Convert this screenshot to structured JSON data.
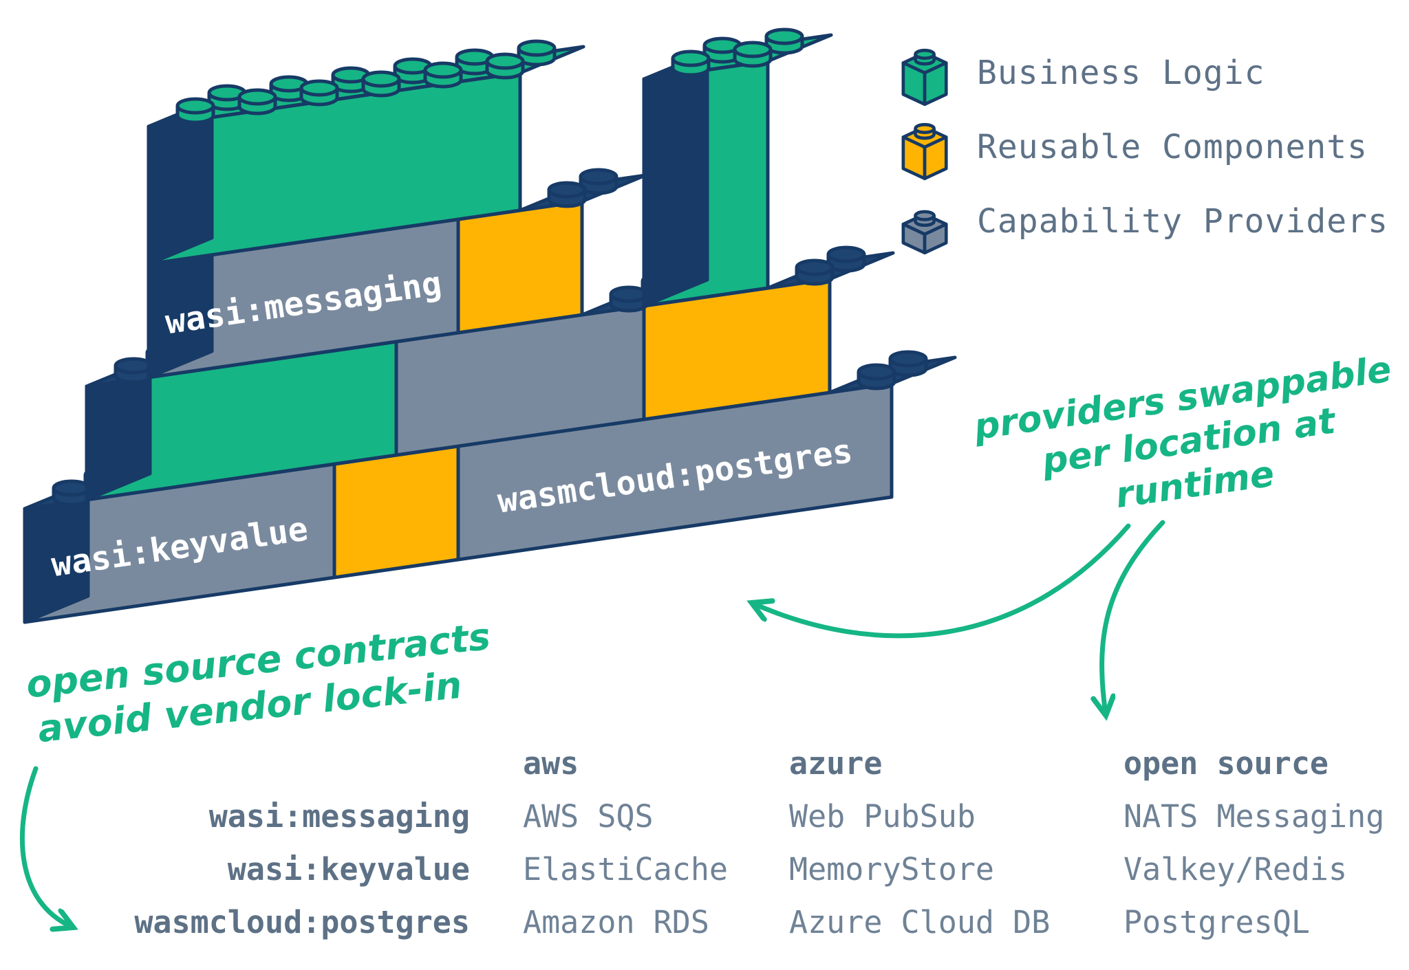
{
  "colors": {
    "green": "#16B585",
    "yellow": "#FFB404",
    "gray": "#7A8A9E",
    "navy": "#173A66",
    "text_gray": "#5D7186"
  },
  "legend": {
    "items": [
      {
        "label": "Business Logic",
        "color": "#16B585"
      },
      {
        "label": "Reusable Components",
        "color": "#FFB404"
      },
      {
        "label": "Capability Providers",
        "color": "#7A8A9E"
      }
    ]
  },
  "bricks": {
    "messaging_label": "wasi:messaging",
    "keyvalue_label": "wasi:keyvalue",
    "postgres_label": "wasmcloud:postgres"
  },
  "annotations": {
    "swappable_line1": "providers swappable",
    "swappable_line2": "per location at runtime",
    "contracts_line1": "open source contracts",
    "contracts_line2": "avoid vendor lock-in"
  },
  "table": {
    "headers": [
      "aws",
      "azure",
      "open source"
    ],
    "rows": [
      {
        "name": "wasi:messaging",
        "aws": "AWS SQS",
        "azure": "Web PubSub",
        "open_source": "NATS Messaging"
      },
      {
        "name": "wasi:keyvalue",
        "aws": "ElastiCache",
        "azure": "MemoryStore",
        "open_source": "Valkey/Redis"
      },
      {
        "name": "wasmcloud:postgres",
        "aws": "Amazon RDS",
        "azure": "Azure Cloud DB",
        "open_source": "PostgresQL"
      }
    ]
  }
}
